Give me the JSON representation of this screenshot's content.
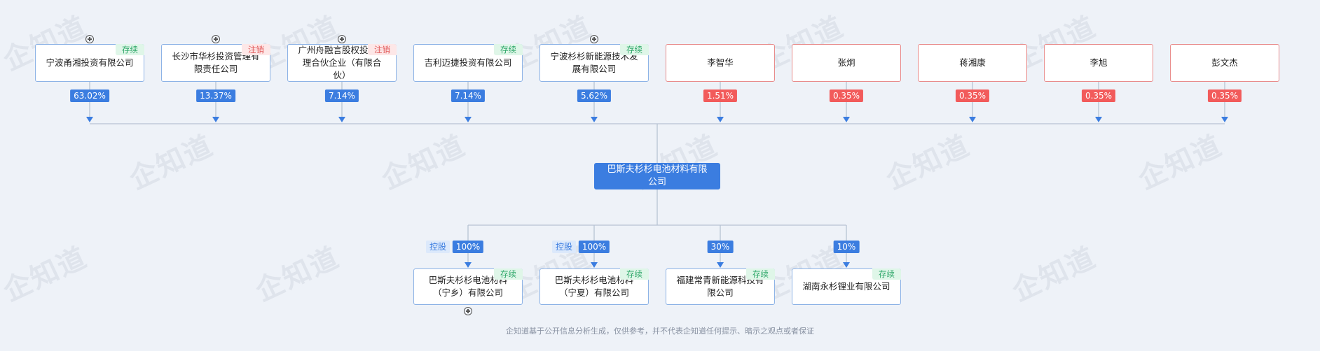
{
  "watermark": "企知道",
  "center": {
    "name": "巴斯夫杉杉电池材料有限公司"
  },
  "shareholders": [
    {
      "name": "宁波甬湘投资有限公司",
      "status": "存续",
      "status_type": "ok",
      "percent": "63.02%",
      "person": false,
      "expandable": true
    },
    {
      "name": "长沙市华杉投资管理有限责任公司",
      "status": "注销",
      "status_type": "cancel",
      "percent": "13.37%",
      "person": false,
      "expandable": true
    },
    {
      "name": "广州舟融言股权投资管理合伙企业（有限合伙）",
      "status": "注销",
      "status_type": "cancel",
      "percent": "7.14%",
      "person": false,
      "expandable": true
    },
    {
      "name": "吉利迈捷投资有限公司",
      "status": "存续",
      "status_type": "ok",
      "percent": "7.14%",
      "person": false,
      "expandable": false
    },
    {
      "name": "宁波杉杉新能源技术发展有限公司",
      "status": "存续",
      "status_type": "ok",
      "percent": "5.62%",
      "person": false,
      "expandable": true
    },
    {
      "name": "李智华",
      "status": "",
      "status_type": "",
      "percent": "1.51%",
      "person": true,
      "expandable": false
    },
    {
      "name": "张炯",
      "status": "",
      "status_type": "",
      "percent": "0.35%",
      "person": true,
      "expandable": false
    },
    {
      "name": "蒋湘康",
      "status": "",
      "status_type": "",
      "percent": "0.35%",
      "person": true,
      "expandable": false
    },
    {
      "name": "李旭",
      "status": "",
      "status_type": "",
      "percent": "0.35%",
      "person": true,
      "expandable": false
    },
    {
      "name": "彭文杰",
      "status": "",
      "status_type": "",
      "percent": "0.35%",
      "person": true,
      "expandable": false
    }
  ],
  "investments": [
    {
      "name": "巴斯夫杉杉电池材料（宁乡）有限公司",
      "status": "存续",
      "percent": "100%",
      "control_label": "控股",
      "expandable": true
    },
    {
      "name": "巴斯夫杉杉电池材料（宁夏）有限公司",
      "status": "存续",
      "percent": "100%",
      "control_label": "控股",
      "expandable": false
    },
    {
      "name": "福建常青新能源科技有限公司",
      "status": "存续",
      "percent": "30%",
      "control_label": "",
      "expandable": false
    },
    {
      "name": "湖南永杉锂业有限公司",
      "status": "存续",
      "percent": "10%",
      "control_label": "",
      "expandable": false
    }
  ],
  "footer": "企知道基于公开信息分析生成，仅供参考，并不代表企知道任何提示、暗示之观点或者保证",
  "colors": {
    "primary": "#3b7de0",
    "line": "#b7c3d3",
    "person_border": "#e88b8b",
    "percent_red": "#f25b5b",
    "status_ok": "#2aa566",
    "status_cancel": "#e05555"
  }
}
